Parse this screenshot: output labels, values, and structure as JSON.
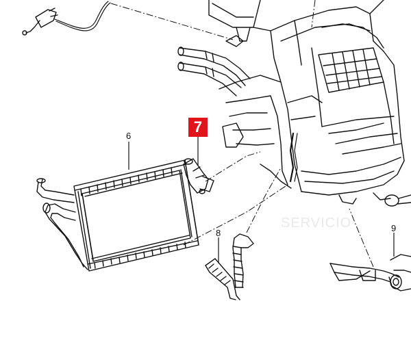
{
  "labels": {
    "l6": "6",
    "l7": "7",
    "l8": "8",
    "l9": "9"
  },
  "watermark": "SERVICIO",
  "colors": {
    "highlight": "#e2141b",
    "line": "#111111"
  }
}
